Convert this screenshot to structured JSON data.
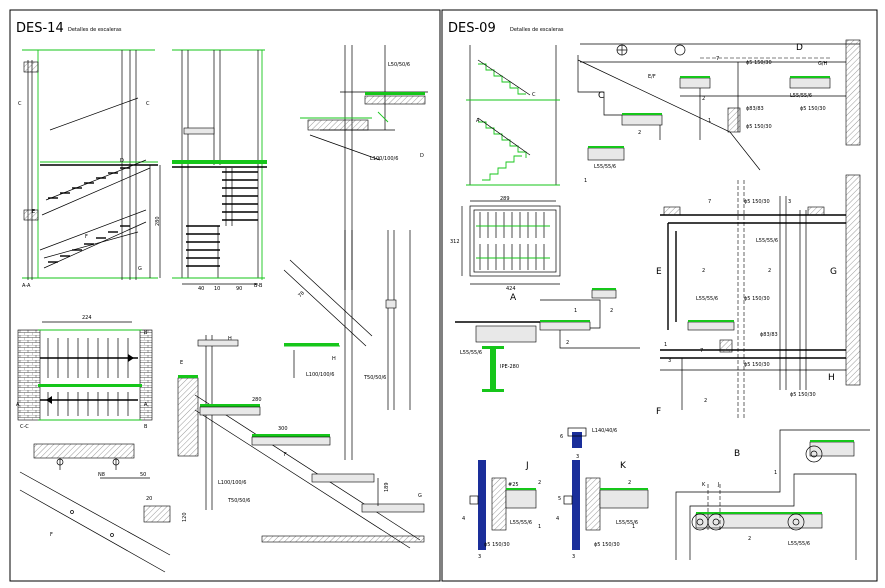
{
  "sheets": [
    {
      "title": "DES-14",
      "subtitle": "Detalles de escaleras",
      "labels": {
        "sec_aa": "A-A",
        "sec_bb": "B-B",
        "sec_cc": "C-C",
        "a": "A",
        "b": "B",
        "c": "C",
        "d": "D",
        "e": "E",
        "f": "F",
        "g": "G",
        "h": "H",
        "prof_l50": "L50/50/6",
        "prof_l100": "L100/100/6",
        "prof_t50": "T50/50/6",
        "dim_224": "224",
        "dim_280_v": "280",
        "dim_280": "280",
        "dim_300": "300",
        "dim_40": "40",
        "dim_10": "10",
        "dim_90": "90",
        "dim_n8": "N8",
        "dim_50": "50",
        "dim_20": "20",
        "dim_120": "120",
        "dim_189": "189",
        "dim_78": "78"
      }
    },
    {
      "title": "DES-09",
      "subtitle": "Detalles de escaleras",
      "labels": {
        "a": "A",
        "b": "B",
        "c": "C",
        "d": "D",
        "e": "E",
        "f": "F",
        "g": "G",
        "h": "H",
        "j": "J",
        "k": "K",
        "ef": "E/F",
        "gh": "G/H",
        "one": "1",
        "two": "2",
        "three": "3",
        "four": "4",
        "five": "5",
        "six": "6",
        "seven": "7",
        "dim_289": "289",
        "dim_312": "312",
        "dim_424": "424",
        "prof_150_30": "ϕ5 150/30",
        "prof_l55": "L55/55/6",
        "prof_phi83": "ϕ83/83",
        "prof_150_30b": "ϕ5 150/30",
        "prof_ipe": "IPE-280",
        "prof_l140": "L140/40/6",
        "prof_25": "#25"
      }
    }
  ]
}
